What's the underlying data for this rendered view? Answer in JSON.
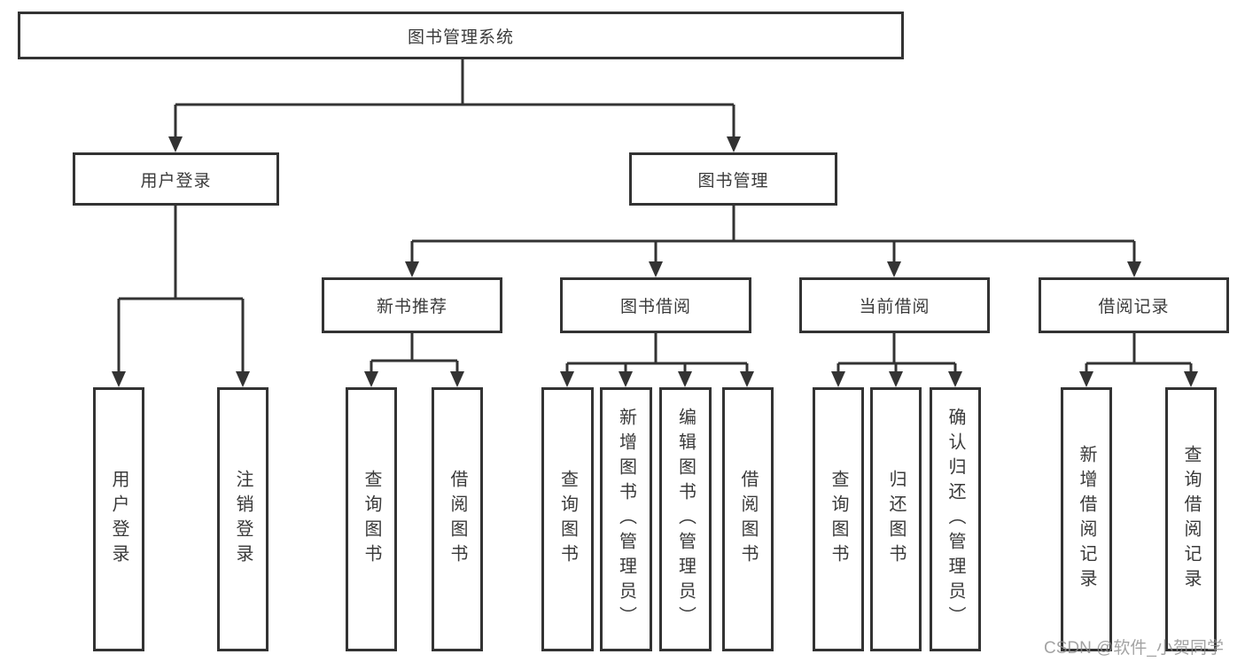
{
  "nodes": {
    "root": "图书管理系统",
    "user_login": "用户登录",
    "book_mgmt": "图书管理",
    "new_book_rec": "新书推荐",
    "book_borrow": "图书借阅",
    "current_borrow": "当前借阅",
    "borrow_record": "借阅记录",
    "leaf_user_login": "用户登录",
    "leaf_logout": "注销登录",
    "leaf_query_book_a": "查询图书",
    "leaf_borrow_book_a": "借阅图书",
    "leaf_query_book_b": "查询图书",
    "leaf_add_book": "新增图书（管理员）",
    "leaf_edit_book": "编辑图书（管理员）",
    "leaf_borrow_book_b": "借阅图书",
    "leaf_query_book_c": "查询图书",
    "leaf_return_book": "归还图书",
    "leaf_confirm_return": "确认归还（管理员）",
    "leaf_add_record": "新增借阅记录",
    "leaf_query_record": "查询借阅记录"
  },
  "hierarchy": {
    "图书管理系统": [
      "用户登录",
      "图书管理"
    ],
    "用户登录": [
      "用户登录",
      "注销登录"
    ],
    "图书管理": [
      "新书推荐",
      "图书借阅",
      "当前借阅",
      "借阅记录"
    ],
    "新书推荐": [
      "查询图书",
      "借阅图书"
    ],
    "图书借阅": [
      "查询图书",
      "新增图书（管理员）",
      "编辑图书（管理员）",
      "借阅图书"
    ],
    "当前借阅": [
      "查询图书",
      "归还图书",
      "确认归还（管理员）"
    ],
    "借阅记录": [
      "新增借阅记录",
      "查询借阅记录"
    ]
  },
  "watermark": "CSDN @软件_小贺同学",
  "colors": {
    "line": "#333333",
    "box_border": "#333333",
    "text": "#3a3a3a",
    "watermark": "#8c8c8c",
    "background": "#ffffff"
  }
}
